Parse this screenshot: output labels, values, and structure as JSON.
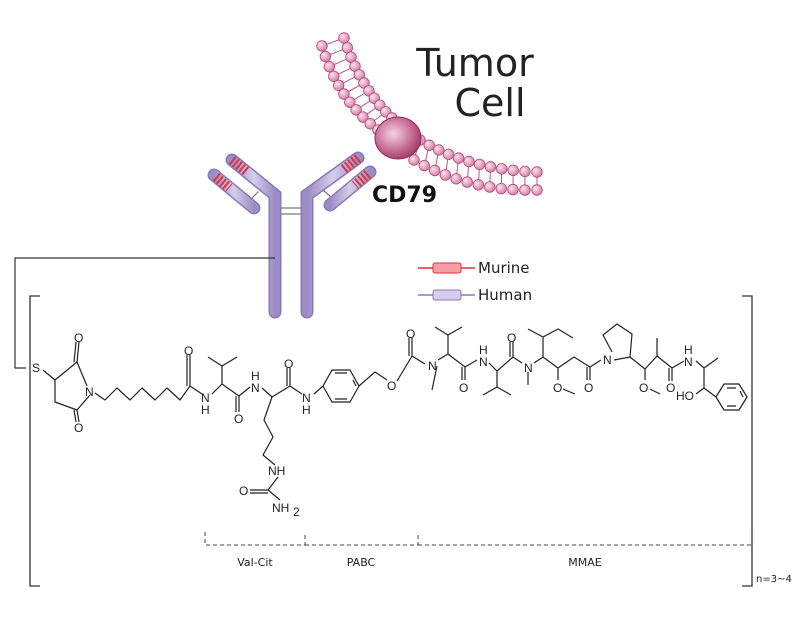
{
  "title": {
    "line1": "Tumor",
    "line2": "Cell"
  },
  "antigen_label": "CD79",
  "legend": [
    {
      "label": "Murine",
      "color": "#e0323a"
    },
    {
      "label": "Human",
      "color": "#a99bcd"
    }
  ],
  "segments": [
    {
      "label": "Val-Cit"
    },
    {
      "label": "PABC"
    },
    {
      "label": "MMAE"
    }
  ],
  "repeat_label": "n=3~4",
  "atoms": {
    "s": "S",
    "o": "O",
    "n": "N",
    "nh": "NH",
    "h": "H",
    "nh2": "NH",
    "sub2": "2",
    "ho": "HO"
  },
  "colors": {
    "membrane": "#c2577f",
    "bead": "#eab1c9",
    "antibody": "#b3a6d6",
    "murine": "#e0323a"
  }
}
